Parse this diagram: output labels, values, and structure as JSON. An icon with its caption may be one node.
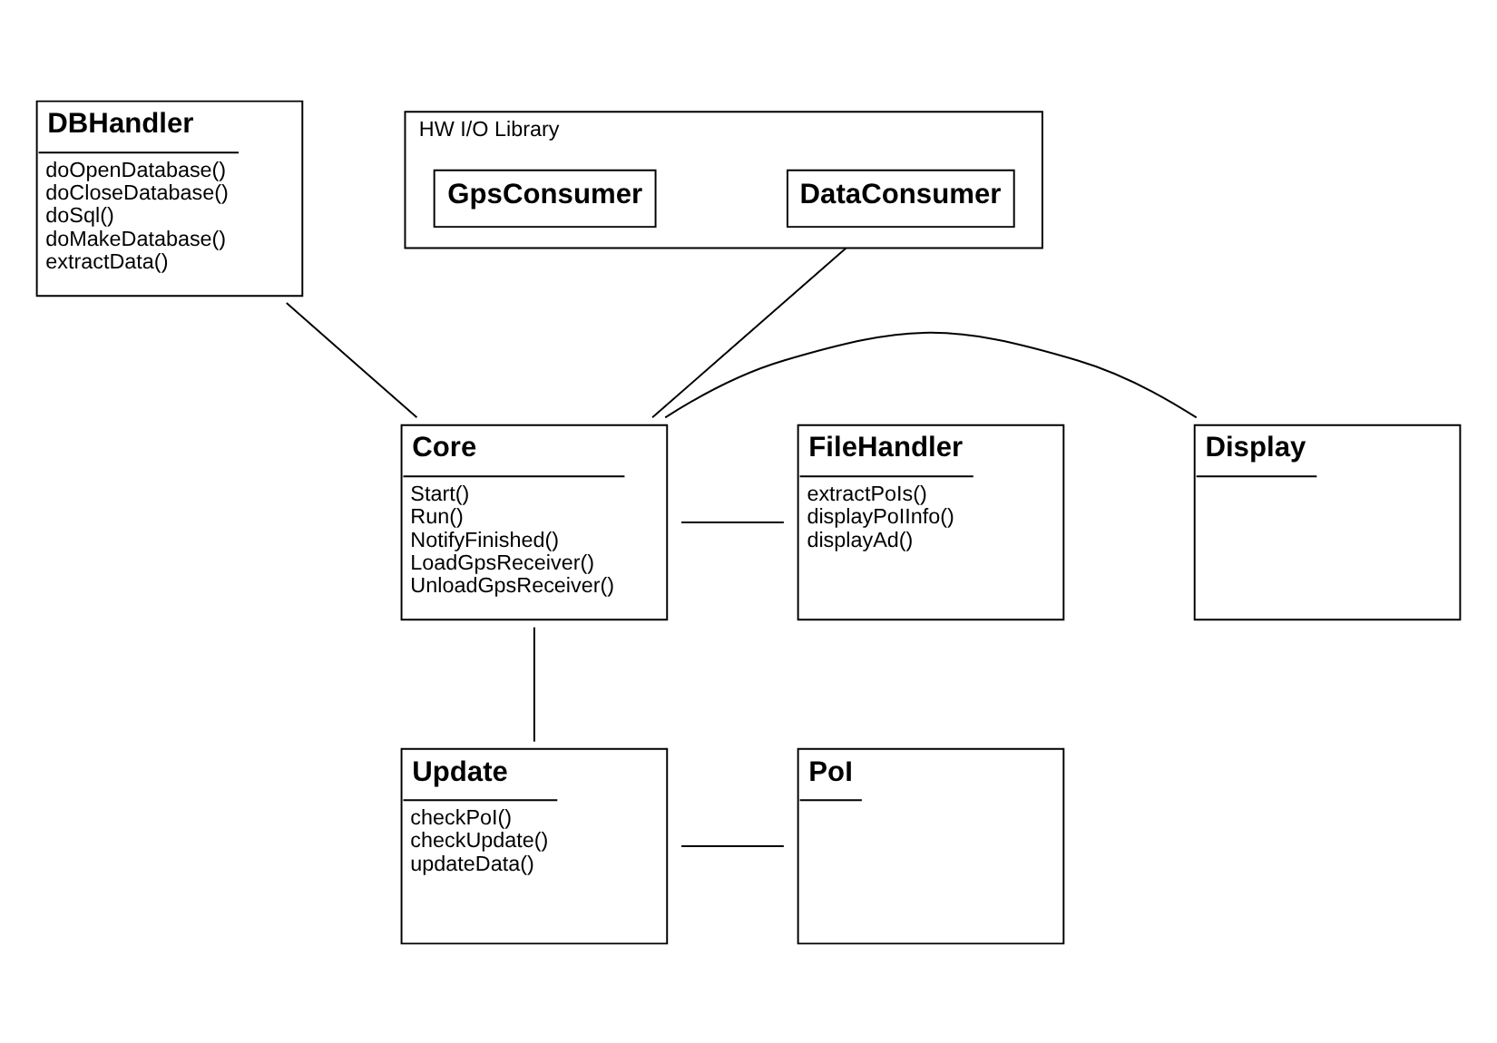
{
  "diagram": {
    "nodes": [
      {
        "text": [
          "DBHandler",
          "doOpenDatabase()",
          "doCloseDatabase()",
          "doSql()",
          "doMakeDatabase()",
          "extractData()"
        ]
      },
      {
        "text": [
          "Display"
        ]
      },
      {
        "text": [
          "HW I/O Library"
        ]
      },
      {
        "text": [
          "DataConsumer"
        ],
        "in": 2
      },
      {
        "text": [
          "GpsConsumer"
        ],
        "in": 2
      },
      {
        "text": [
          "Core",
          "Start()",
          "Run()",
          "NotifyFinished()",
          "LoadGpsReceiver()",
          "UnloadGpsReceiver()"
        ]
      },
      {
        "text": [
          "FileHandler",
          "extractPoIs()",
          "displayPoIInfo()",
          "displayAd()"
        ]
      },
      {
        "text": [
          "Update",
          "checkPoI()",
          "checkUpdate()",
          "updateData()"
        ]
      },
      {
        "text": [
          "PoI"
        ]
      }
    ],
    "edges": [
      {
        "from": 0,
        "to": 5,
        "arrow": "none"
      },
      {
        "from": 5,
        "to": 1,
        "arrow": "none"
      },
      {
        "from": 2,
        "to": 5,
        "arrow": "none"
      },
      {
        "from": 5,
        "to": 6,
        "arrow": "none"
      },
      {
        "from": 5,
        "to": 7,
        "arrow": "none"
      },
      {
        "from": 7,
        "to": 8,
        "arrow": "none"
      }
    ]
  }
}
